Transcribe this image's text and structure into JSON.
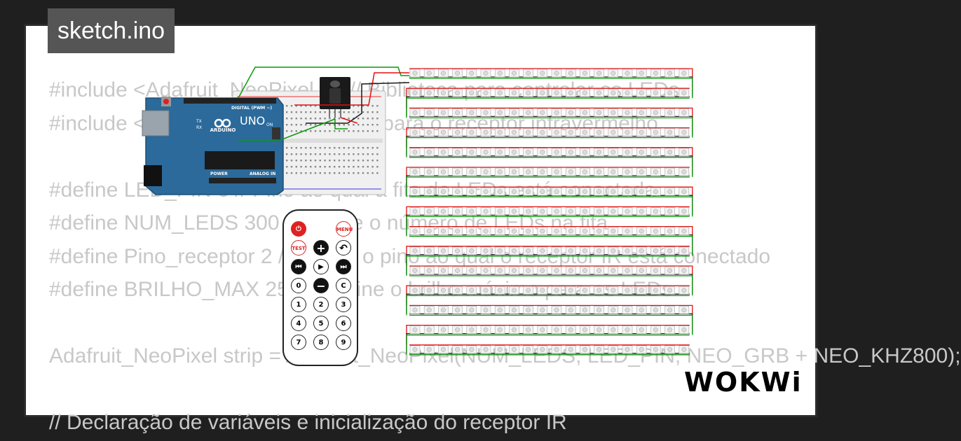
{
  "tab": {
    "filename": "sketch.ino"
  },
  "code_lines": [
    "#include <Adafruit_NeoPixel.h> // Biblioteca para controlar os LEDs",
    "#include <IRremote.h> // Biblioteca para o receptor infravermelho",
    "",
    "#define LED_PIN 6 // Pino ao qual a fita de LEDs está conectada",
    "#define NUM_LEDS 300 // Define o número de LEDs na fita",
    "#define Pino_receptor 2 // Define o pino ao qual o receptor IR está conectado",
    "#define BRILHO_MAX 255 // Define o brilho máximo para os LEDs",
    "",
    "Adafruit_NeoPixel strip = Adafruit_NeoPixel(NUM_LEDS, LED_PIN, NEO_GRB + NEO_KHZ800);",
    "",
    "// Declaração de variáveis e inicialização do receptor IR"
  ],
  "board": {
    "brand": "ARDUINO",
    "model": "UNO",
    "digital_label": "DIGITAL (PWM ~)",
    "power_label": "POWER",
    "analog_label": "ANALOG IN",
    "on_label": "ON",
    "tx_label": "TX",
    "rx_label": "RX"
  },
  "remote": {
    "power_label": "⏻",
    "menu_label": "MENU",
    "test_label": "TEST",
    "plus_label": "+",
    "back_label": "↶",
    "prev_label": "⏮",
    "play_label": "▶",
    "next_label": "⏭",
    "zero_label": "0",
    "minus_label": "−",
    "c_label": "C",
    "digits": [
      "1",
      "2",
      "3",
      "4",
      "5",
      "6",
      "7",
      "8",
      "9"
    ]
  },
  "led_matrix": {
    "rows": 15,
    "cols": 20,
    "wire_colors": [
      "#e01010",
      "#1a1a1a",
      "#0a9a0a"
    ]
  },
  "brand": {
    "logo_text": "WOKWi"
  },
  "colors": {
    "background": "#1f1f1f",
    "card": "#ffffff",
    "tab_bg": "#555555",
    "board_blue": "#2b6a9b",
    "code_text": "#c8c8c8"
  }
}
